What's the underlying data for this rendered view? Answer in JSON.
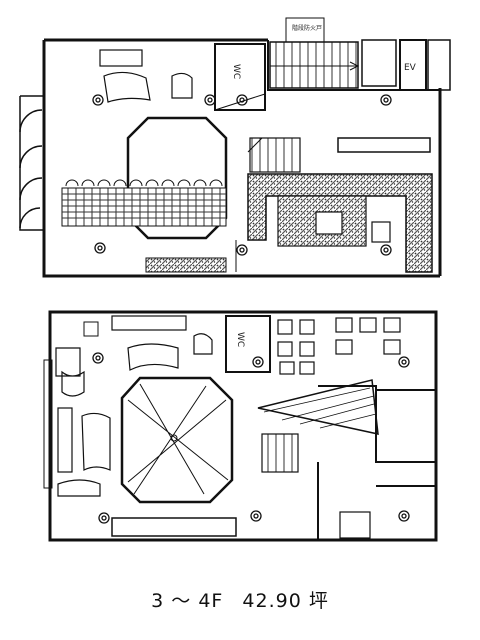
{
  "caption": {
    "floors": "3 ～ 4F",
    "area": "42.90 坪"
  },
  "labels": {
    "wc_upper": "WC",
    "wc_lower": "WC",
    "ev": "EV",
    "stair_note": "階段防火戸"
  }
}
